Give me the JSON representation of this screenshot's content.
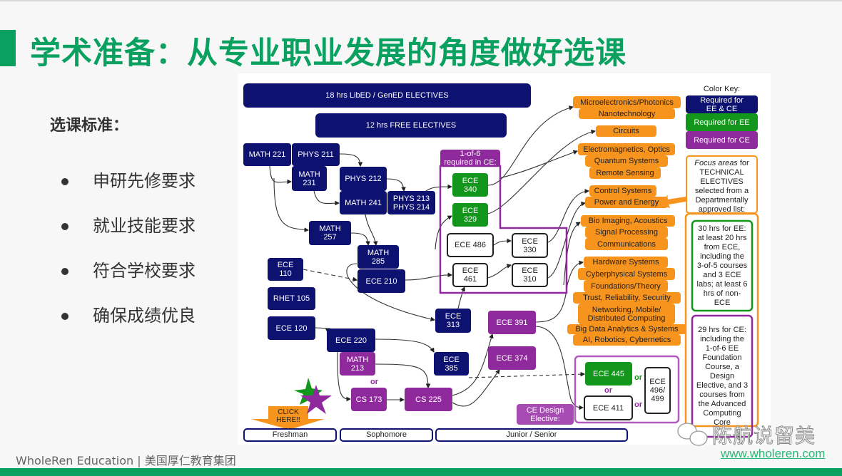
{
  "slide": {
    "title": "学术准备：从专业职业发展的角度做好选课",
    "subtitle": "选课标准：",
    "bullets": [
      "申研先修要求",
      "就业技能要求",
      "符合学校要求",
      "确保成绩优良"
    ],
    "footer": "WholeRen Education | 美国厚仁教育集团",
    "watermark": "陈航说留美",
    "url": "www.wholeren.com"
  },
  "colors": {
    "brand_green": "#0aa160",
    "navy": "#0d1170",
    "green": "#12961b",
    "purple": "#8e2a9b",
    "orange": "#f7941d"
  },
  "diagram": {
    "libed": "18 hrs LibED / GenED ELECTIVES",
    "free": "12 hrs FREE ELECTIVES",
    "math221": "MATH 221",
    "phys211": "PHYS 211",
    "math231": "MATH\n231",
    "phys212": "PHYS 212",
    "math241": "MATH 241",
    "phys213": "PHYS 213\nPHYS 214",
    "math257": "MATH\n257",
    "math285": "MATH\n285",
    "ece110": "ECE\n110",
    "ece210": "ECE 210",
    "rhet105": "RHET 105",
    "ece120": "ECE 120",
    "ece220": "ECE 220",
    "math213": "MATH\n213",
    "or": "or",
    "cs173": "CS 173",
    "cs225": "CS 225",
    "ece313": "ECE\n313",
    "ece385": "ECE\n385",
    "ece391": "ECE 391",
    "ece374": "ECE 374",
    "one_of_six": "1-of-6\nrequired in CE:",
    "ece340": "ECE\n340",
    "ece329": "ECE\n329",
    "ece486": "ECE 486",
    "ece330": "ECE\n330",
    "ece461": "ECE\n461",
    "ece310": "ECE\n310",
    "focus_areas": [
      "Microelectronics/Photonics",
      "Nanotechnology",
      "Circuits",
      "Electromagnetics, Optics",
      "Quantum Systems",
      "Remote Sensing",
      "Control Systems",
      "Power and Energy",
      "Bio Imaging, Acoustics",
      "Signal Processing",
      "Communications",
      "Hardware Systems",
      "Cyberphysical Systems",
      "Foundations/Theory",
      "Trust, Reliability, Security",
      "Networking, Mobile/\nDistributed Computing",
      "Big Data Analytics & Systems",
      "AI, Robotics, Cybernetics"
    ],
    "color_key": {
      "label": "Color Key:",
      "ee_ce": "Required for\nEE & CE",
      "ee": "Required for EE",
      "ce": "Required for CE"
    },
    "focus_note_italic": "Focus areas",
    "focus_note": " for\nTECHNICAL\nELECTIVES\nselected from a\nDepartmentally\napproved list:",
    "ee_hours": "30 hrs for EE:\nat least 20 hrs\nfrom ECE,\nincluding the\n3-of-5 courses\nand 3 ECE\nlabs; at least 6\nhrs of non-\nECE",
    "ce_hours": "29 hrs for CE:\nincluding the\n1-of-6 EE\nFoundation\nCourse, a\nDesign\nElective, and 3\ncourses from\nthe Advanced\nComputing\nCore",
    "ece445": "ECE 445",
    "ece411": "ECE 411",
    "ece496": "ECE\n496/\n499",
    "ce_design": "CE Design\nElective:",
    "click_here": "CLICK\nHERE!!",
    "years": [
      "Freshman",
      "Sophomore",
      "Junior / Senior"
    ]
  }
}
